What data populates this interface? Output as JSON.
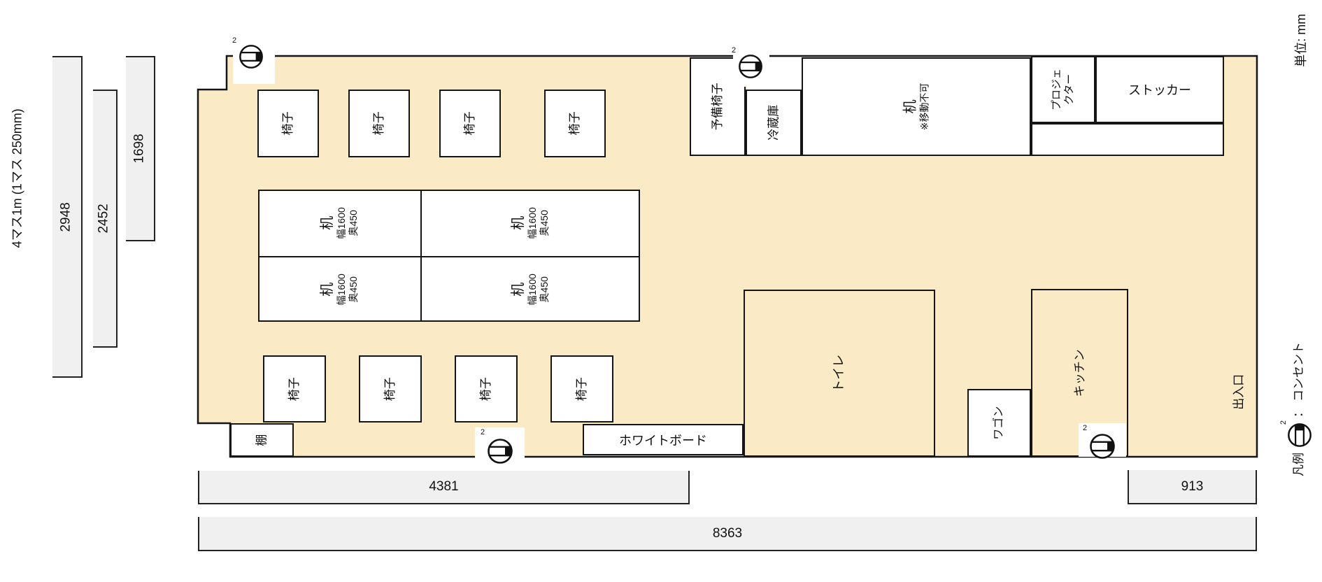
{
  "colors": {
    "floor": "#faeac6",
    "wall": "#151515",
    "dim_bar_fill": "#f0f0f0"
  },
  "captions": {
    "grid": "4マス1m (1マス 250mm)",
    "unit": "単位: mm"
  },
  "legend": {
    "title": "凡例",
    "separator": "：",
    "outlet_label": "コンセント",
    "outlet_superscript": "2"
  },
  "outlet": {
    "superscript": "2"
  },
  "dimensions": {
    "left_outer": "2948",
    "left_middle": "2452",
    "left_inner": "1698",
    "bottom_left": "4381",
    "bottom_right": "913",
    "bottom_total": "8363"
  },
  "furniture": {
    "chair": "椅子",
    "desk": "机",
    "desk_spec1": "幅1600",
    "desk_spec2": "奥450",
    "spare_chair": "予備椅子",
    "fridge": "冷蔵庫",
    "fixed_desk": "机",
    "fixed_desk_note": "※移動不可",
    "projector_line1": "プロジェ",
    "projector_line2": "クター",
    "stocker": "ストッカー",
    "shelf": "棚",
    "whiteboard": "ホワイトボード",
    "wagon": "ワゴン"
  },
  "rooms": {
    "toilet": "トイレ",
    "kitchen": "キッチン",
    "entrance": "出入口"
  }
}
